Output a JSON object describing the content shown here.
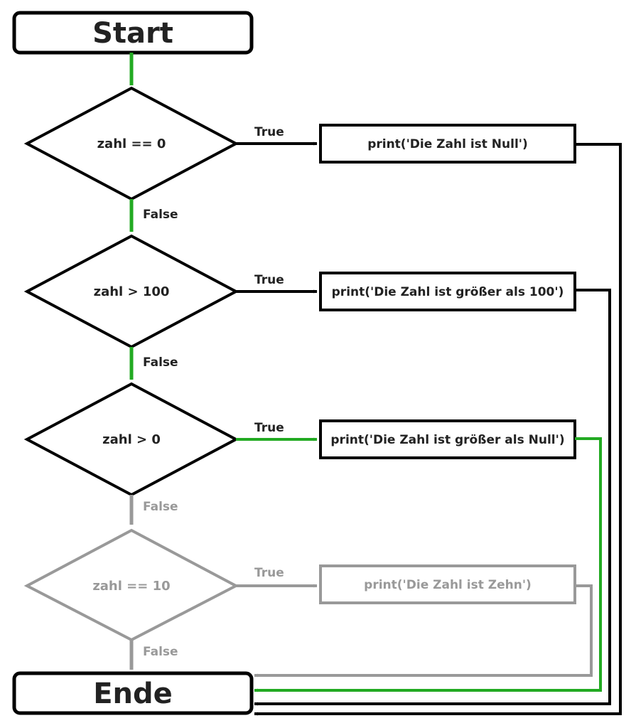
{
  "start_label": "Start",
  "end_label": "Ende",
  "colors": {
    "active": "#22aa22",
    "normal": "#000000",
    "inactive": "#999999"
  },
  "decisions": [
    {
      "condition": "zahl == 0",
      "true_label": "True",
      "false_label": "False",
      "action": "print('Die Zahl ist Null')"
    },
    {
      "condition": "zahl > 100",
      "true_label": "True",
      "false_label": "False",
      "action": "print('Die Zahl ist größer als 100')"
    },
    {
      "condition": "zahl > 0",
      "true_label": "True",
      "false_label": "False",
      "action": "print('Die Zahl ist größer als Null')"
    },
    {
      "condition": "zahl == 10",
      "true_label": "True",
      "false_label": "False",
      "action": "print('Die Zahl ist Zehn')"
    }
  ]
}
